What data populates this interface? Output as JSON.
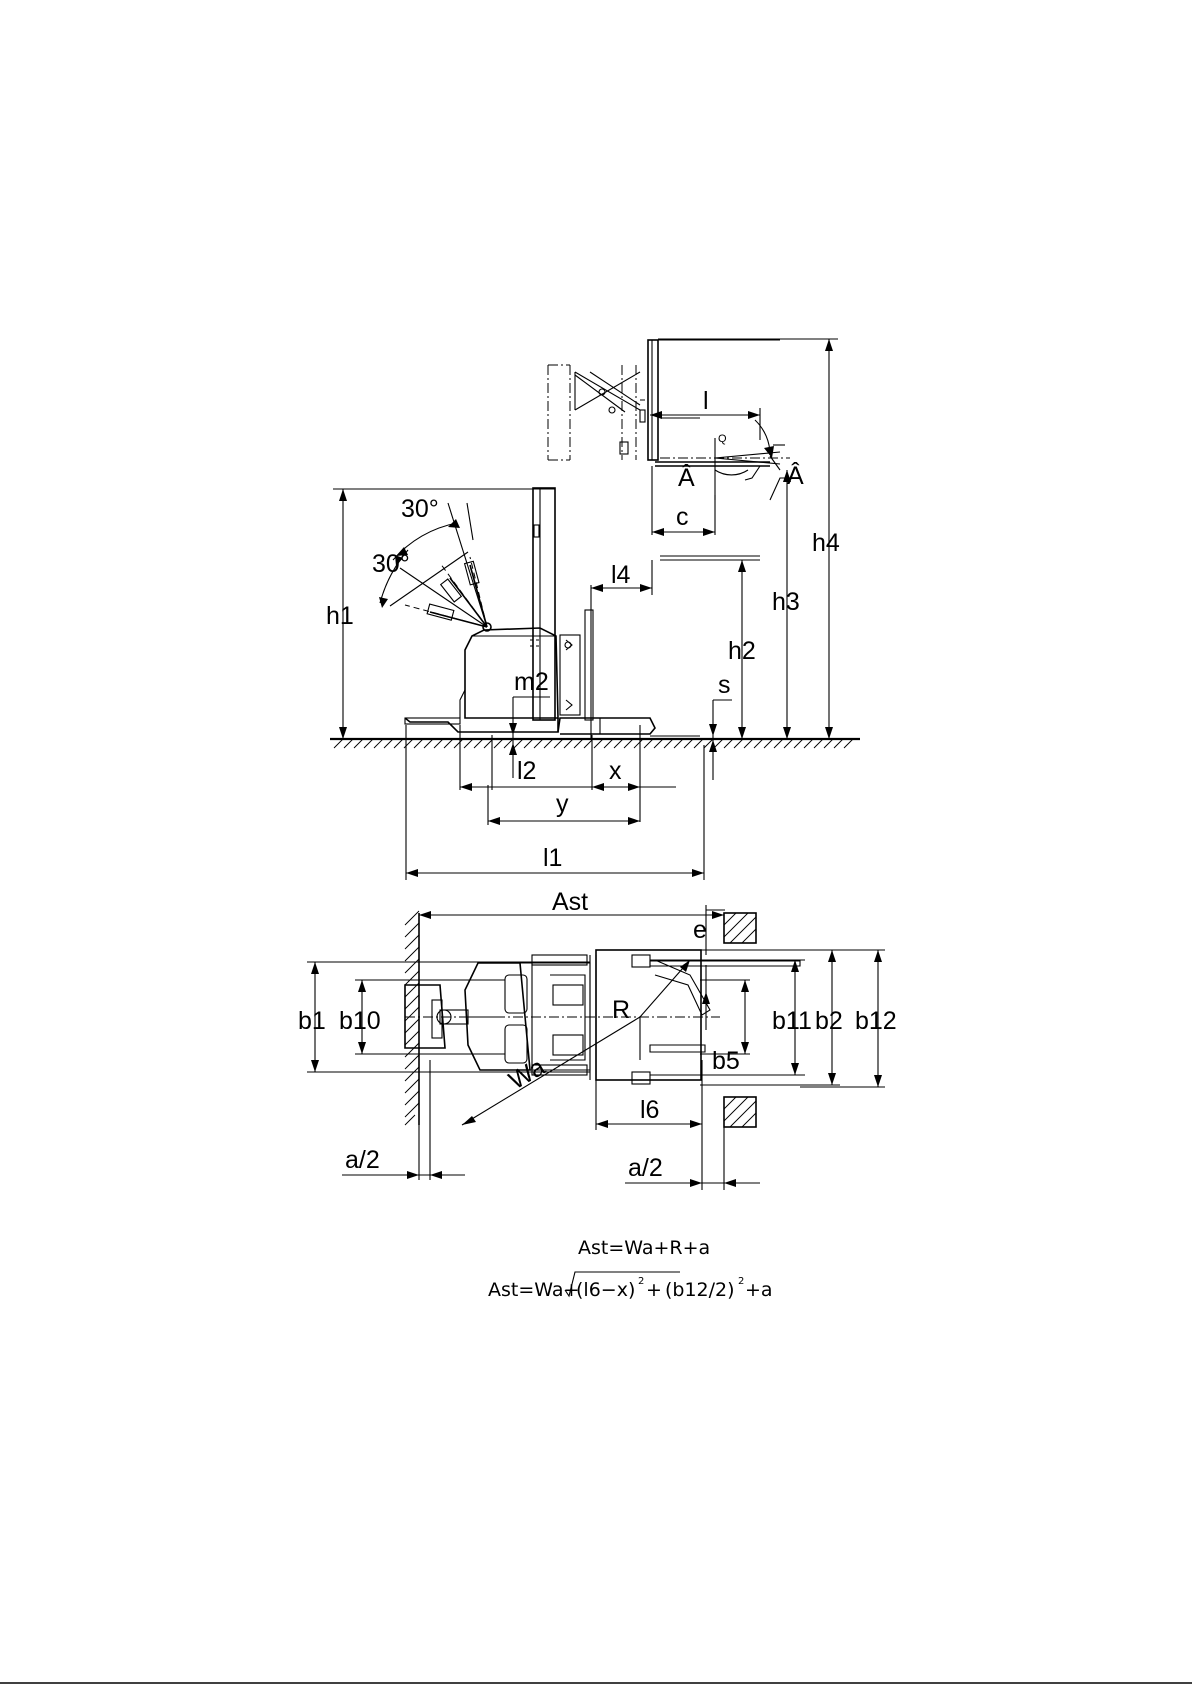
{
  "labels": {
    "l": "l",
    "Q": "Q",
    "A_left": "Â",
    "A_right": "Â",
    "c": "c",
    "h4": "h4",
    "h3": "h3",
    "h2": "h2",
    "h1": "h1",
    "l4": "l4",
    "angle_upper": "30°",
    "angle_lower": "30°",
    "m2": "m2",
    "s": "s",
    "l2": "l2",
    "x": "x",
    "y": "y",
    "l1": "l1",
    "Ast": "Ast",
    "e": "e",
    "b1": "b1",
    "b10": "b10",
    "R": "R",
    "b11": "b11",
    "b2": "b2",
    "b12": "b12",
    "b5": "b5",
    "Wa": "Wa",
    "l6": "l6",
    "a2_left": "a/2",
    "a2_right": "a/2"
  },
  "formulas": {
    "line1": "Ast=Wa+R+a",
    "line2_prefix": "Ast=Wa+",
    "line2_part1": "(l6−x)",
    "line2_plus": " +",
    "line2_part2": "(b12/2)",
    "line2_suffix": " +a",
    "square": "2"
  }
}
